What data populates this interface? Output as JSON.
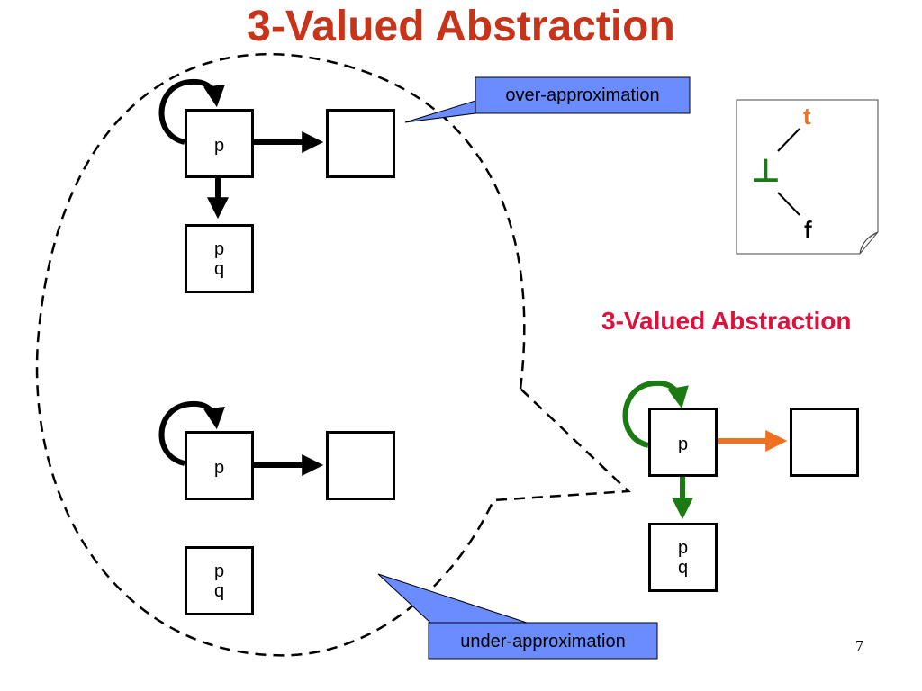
{
  "slide": {
    "title": "3-Valued Abstraction",
    "page_number": "7"
  },
  "callouts": {
    "over": "over-approximation",
    "under": "under-approximation"
  },
  "lattice": {
    "top": "t",
    "middle": "⊥",
    "bottom": "f"
  },
  "right_panel": {
    "title": "3-Valued Abstraction"
  },
  "graphs": {
    "top_left": {
      "node1": "p",
      "node3_line1": "p",
      "node3_line2": "q"
    },
    "bottom_left": {
      "node1": "p",
      "node3_line1": "p",
      "node3_line2": "q"
    },
    "right": {
      "node1": "p",
      "node3_line1": "p",
      "node3_line2": "q"
    }
  },
  "colors": {
    "title": "#c8341a",
    "subtitle": "#e0103c",
    "callout_fill": "#6b8cff",
    "must_edge": "#1b7a12",
    "may_edge": "#f07020",
    "lattice_top": "#f07020",
    "lattice_mid": "#1b7a12"
  }
}
